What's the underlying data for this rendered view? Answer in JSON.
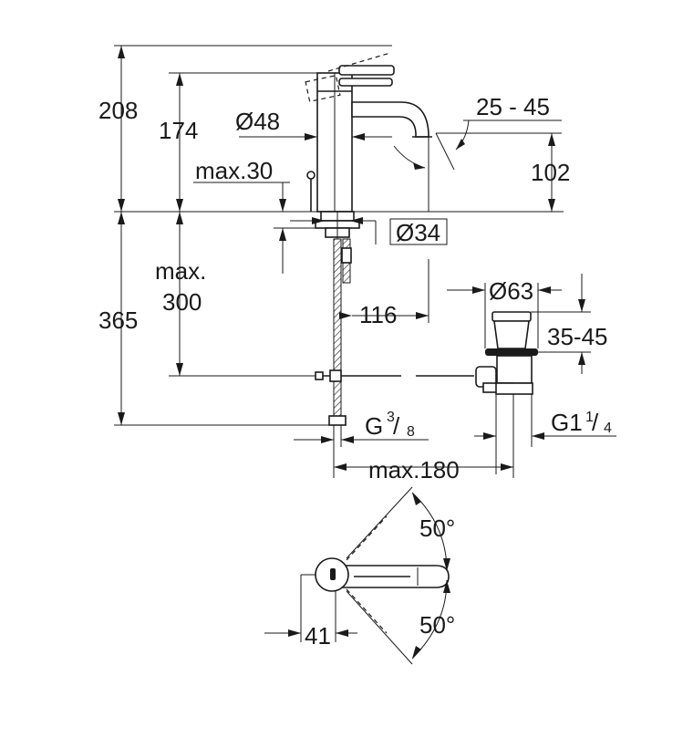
{
  "dimensions": {
    "overall_height": "208",
    "spout_height": "174",
    "body_diameter": "Ø48",
    "pop_up_rod": "max.30",
    "swivel_angle_range": "25 - 45",
    "spout_outlet_height": "102",
    "hole_diameter": "Ø34",
    "hose_length_label_line1": "max.",
    "hose_length_label_line2": "300",
    "below_deck_height": "365",
    "spout_projection": "116",
    "waste_diameter": "Ø63",
    "waste_adjust": "35-45",
    "connection_thread_prefix": "G",
    "connection_thread_num": "3",
    "connection_thread_den": "8",
    "waste_thread_prefix": "G1",
    "waste_thread_num": "1",
    "waste_thread_den": "4",
    "waste_distance": "max.180",
    "lever_angle_top": "50°",
    "lever_angle_bottom": "50°",
    "lever_offset": "41"
  }
}
